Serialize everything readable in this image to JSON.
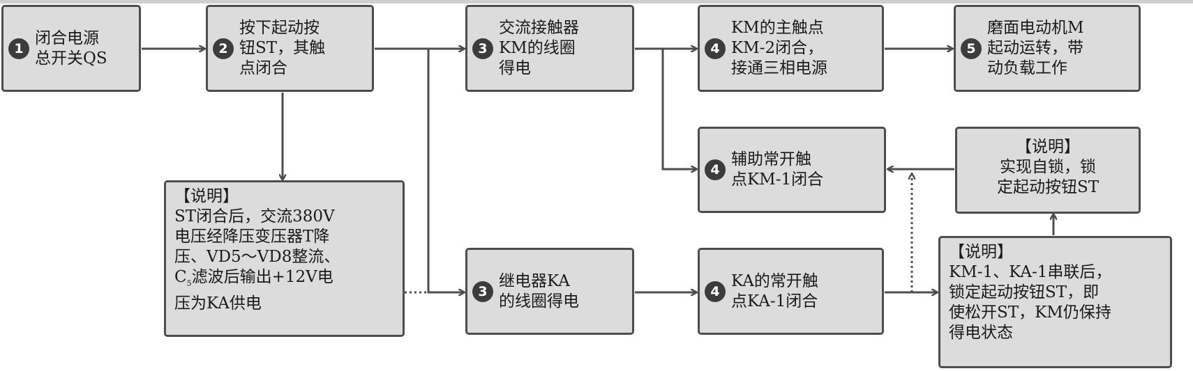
{
  "steps": {
    "close_switch": {
      "num": "1",
      "text": "闭合电源\n总开关QS"
    },
    "press_start": {
      "num": "2",
      "text": "按下起动按\n钮ST，其触\n点闭合"
    },
    "km_coil": {
      "num": "3",
      "text": "交流接触器\nKM的线圈\n得电"
    },
    "km_main": {
      "num": "4",
      "text": "KM的主触点\nKM-2闭合，\n接通三相电源"
    },
    "motor_run": {
      "num": "5",
      "text": "磨面电动机M\n起动运转，带\n动负载工作"
    },
    "km_aux": {
      "num": "4",
      "text": "辅助常开触\n点KM-1闭合"
    },
    "ka_coil": {
      "num": "3",
      "text": "继电器KA\n的线圈得电"
    },
    "ka_contact": {
      "num": "4",
      "text": "KA的常开触\n点KA-1闭合"
    }
  },
  "notes": {
    "self_lock": {
      "title": "【说明】",
      "body": "实现自锁，锁\n定起动按钮ST"
    },
    "power_supply": {
      "title": "【说明】",
      "body_before": "ST闭合后，交流380V\n电压经降压变压器T降\n压、VD5～VD8整流、\nC",
      "subscript": "5",
      "body_after": "滤波后输出+12V电\n压为KA供电"
    },
    "series_lock": {
      "title": "【说明】",
      "body": "KM-1、KA-1串联后，\n锁定起动按钮ST，即\n使松开ST，KM仍保持\n得电状态"
    }
  },
  "colors": {
    "box_fill": "#dcdcdc",
    "box_border": "#4d4d4d",
    "arrow": "#4d4d4d",
    "badge": "#3c3c3c"
  }
}
